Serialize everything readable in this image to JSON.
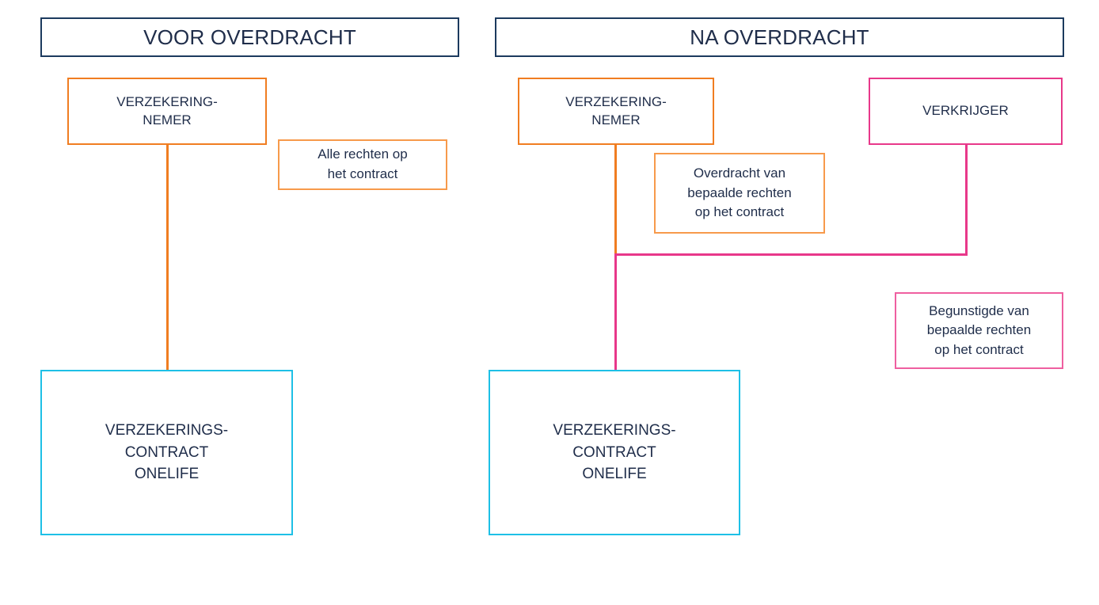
{
  "diagram": {
    "panels": [
      {
        "id": "before",
        "header": "VOOR OVERDRACHT",
        "policyholder": "VERZEKERING-\nNEMER",
        "policyholder_line1": "VERZEKERING-",
        "policyholder_line2": "NEMER",
        "rights_label_line1": "Alle rechten op",
        "rights_label_line2": "het contract",
        "contract_line1": "VERZEKERINGS-",
        "contract_line2": "CONTRACT",
        "contract_line3": "ONELIFE"
      },
      {
        "id": "after",
        "header": "NA OVERDRACHT",
        "policyholder_line1": "VERZEKERING-",
        "policyholder_line2": "NEMER",
        "acquirer": "VERKRIJGER",
        "transfer_label_line1": "Overdracht van",
        "transfer_label_line2": "bepaalde rechten",
        "transfer_label_line3": "op het contract",
        "beneficiary_label_line1": "Begunstigde van",
        "beneficiary_label_line2": "bepaalde rechten",
        "beneficiary_label_line3": "op het contract",
        "contract_line1": "VERZEKERINGS-",
        "contract_line2": "CONTRACT",
        "contract_line3": "ONELIFE"
      }
    ],
    "colors": {
      "header_border": "#1c3a5e",
      "orange": "#f07d21",
      "orange_light": "#f79a4b",
      "pink": "#e8388a",
      "pink_light": "#ef5fa0",
      "cyan": "#1ec0e6",
      "text": "#1f2d4a",
      "background": "#ffffff"
    }
  }
}
